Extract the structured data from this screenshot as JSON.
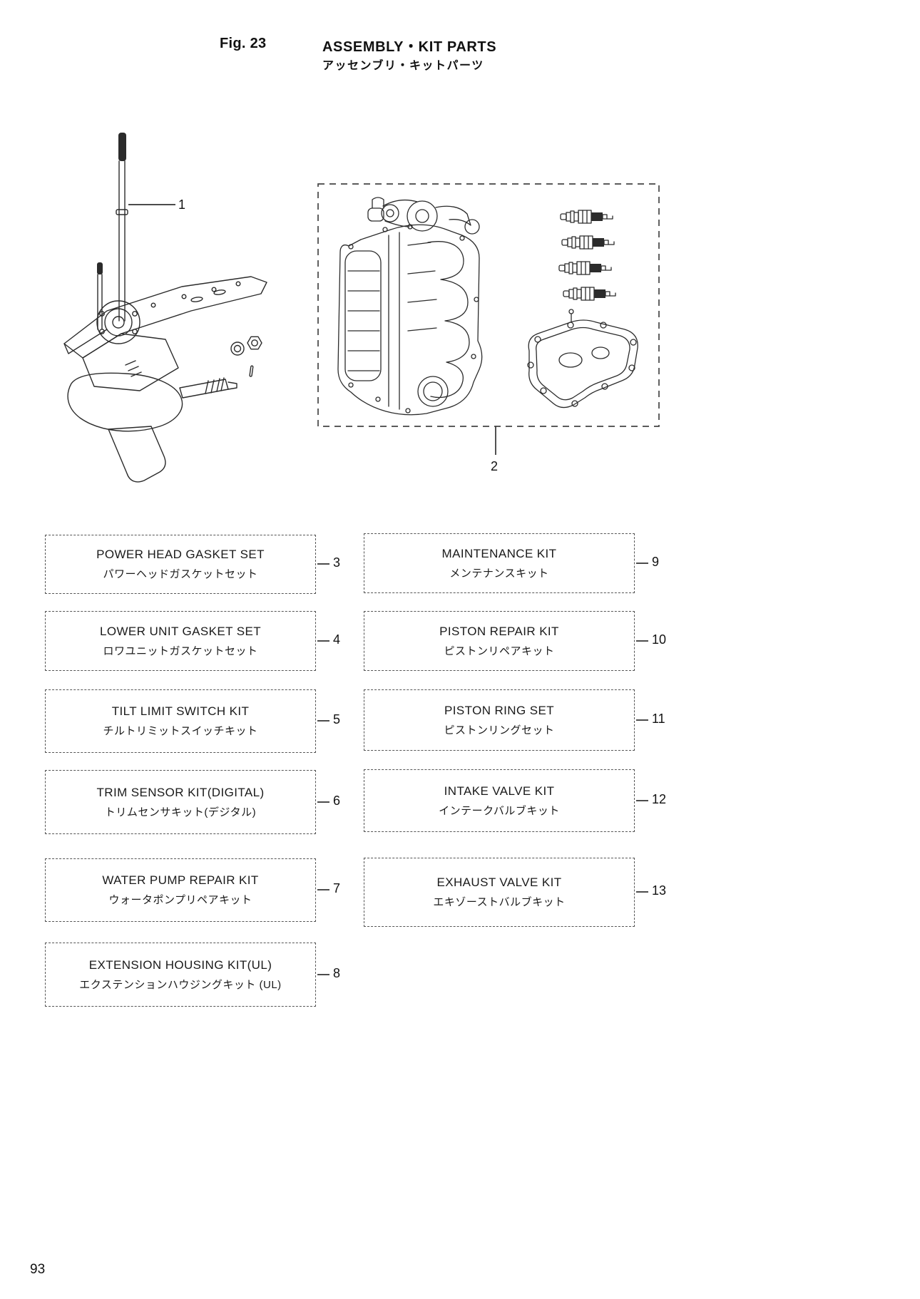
{
  "page": {
    "fig_label": "Fig. 23",
    "title_en": "ASSEMBLY・KIT PARTS",
    "title_ja": "アッセンブリ・キットパーツ",
    "page_number": "93"
  },
  "callouts": {
    "c1": "1",
    "c2": "2"
  },
  "kits": [
    {
      "num": "3",
      "en": "POWER HEAD GASKET SET",
      "ja": "パワーヘッドガスケットセット"
    },
    {
      "num": "4",
      "en": "LOWER UNIT GASKET SET",
      "ja": "ロワユニットガスケットセット"
    },
    {
      "num": "5",
      "en": "TILT LIMIT SWITCH KIT",
      "ja": "チルトリミットスイッチキット"
    },
    {
      "num": "6",
      "en": "TRIM SENSOR KIT(DIGITAL)",
      "ja": "トリムセンサキット(デジタル)"
    },
    {
      "num": "7",
      "en": "WATER PUMP REPAIR KIT",
      "ja": "ウォータポンプリペアキット"
    },
    {
      "num": "8",
      "en": "EXTENSION HOUSING KIT(UL)",
      "ja": "エクステンションハウジングキット (UL)"
    },
    {
      "num": "9",
      "en": "MAINTENANCE KIT",
      "ja": "メンテナンスキット"
    },
    {
      "num": "10",
      "en": "PISTON REPAIR KIT",
      "ja": "ピストンリペアキット"
    },
    {
      "num": "11",
      "en": "PISTON RING SET",
      "ja": "ピストンリングセット"
    },
    {
      "num": "12",
      "en": "INTAKE VALVE KIT",
      "ja": "インテークバルブキット"
    },
    {
      "num": "13",
      "en": "EXHAUST VALVE KIT",
      "ja": "エキゾーストバルブキット"
    }
  ]
}
